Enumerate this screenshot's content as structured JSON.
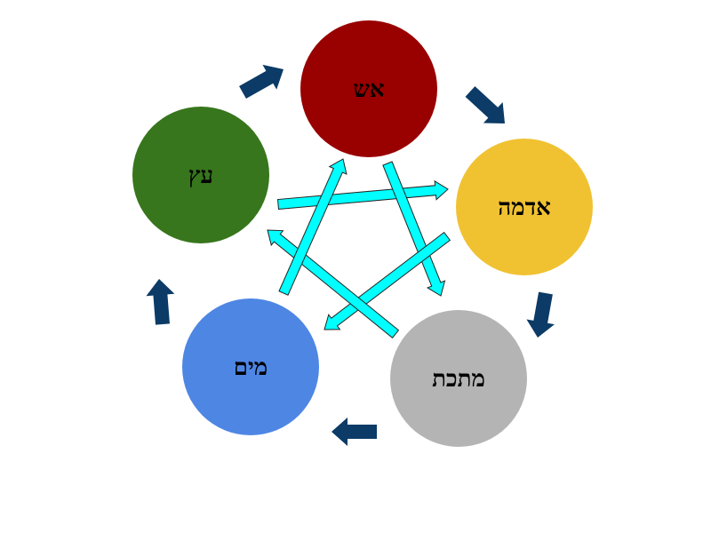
{
  "diagram": {
    "elements": [
      {
        "id": "fire",
        "label": "אש",
        "color": "#990000"
      },
      {
        "id": "earth",
        "label": "אדמה",
        "color": "#F0C232"
      },
      {
        "id": "metal",
        "label": "מתכת",
        "color": "#B4B4B4"
      },
      {
        "id": "water",
        "label": "מים",
        "color": "#4E86E4"
      },
      {
        "id": "wood",
        "label": "עץ",
        "color": "#37761C"
      }
    ],
    "generating_arrow_color": "#0B3B66",
    "controlling_arrow_color": "#00FFFF"
  }
}
